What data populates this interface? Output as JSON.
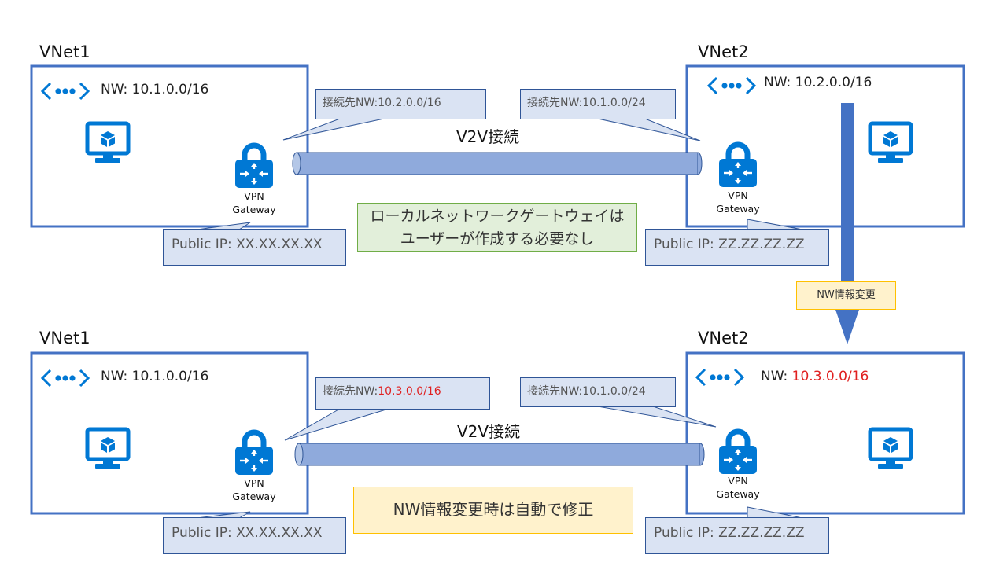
{
  "colors": {
    "vnet_border": "#4472c4",
    "icon_blue": "#0078d4",
    "callout_fill": "#dae3f3",
    "callout_border": "#2f5597",
    "tunnel_fill": "#8faadc",
    "green_note_fill": "#e2efda",
    "green_note_border": "#70ad47",
    "yellow_note_fill": "#fff2cc",
    "yellow_note_border": "#ffc000",
    "highlight_red": "#e02020",
    "arrow_blue": "#4472c4"
  },
  "icons": {
    "vnet": "virtual-network-icon",
    "vm": "virtual-machine-icon",
    "gateway": "vpn-gateway-lock-icon"
  },
  "before": {
    "vnet1": {
      "title": "VNet1",
      "nw_prefix": "NW: ",
      "nw_value": "10.1.0.0/16",
      "gateway_label_line1": "VPN",
      "gateway_label_line2": "Gateway",
      "public_ip": "Public IP: XX.XX.XX.XX",
      "connection_prefix": "接続先NW:",
      "connection_value": "10.2.0.0/16"
    },
    "vnet2": {
      "title": "VNet2",
      "nw_prefix": "NW: ",
      "nw_value": "10.2.0.0/16",
      "gateway_label_line1": "VPN",
      "gateway_label_line2": "Gateway",
      "public_ip": "Public IP: ZZ.ZZ.ZZ.ZZ",
      "connection_prefix": "接続先NW:",
      "connection_value": "10.1.0.0/24"
    },
    "connection_label": "V2V接続",
    "note_line1": "ローカルネットワークゲートウェイは",
    "note_line2": "ユーザーが作成する必要なし"
  },
  "change_label": "NW情報変更",
  "after": {
    "vnet1": {
      "title": "VNet1",
      "nw_prefix": "NW: ",
      "nw_value": "10.1.0.0/16",
      "gateway_label_line1": "VPN",
      "gateway_label_line2": "Gateway",
      "public_ip": "Public IP: XX.XX.XX.XX",
      "connection_prefix": "接続先NW:",
      "connection_value": "10.3.0.0/16",
      "connection_value_changed": true
    },
    "vnet2": {
      "title": "VNet2",
      "nw_prefix": "NW: ",
      "nw_value": "10.3.0.0/16",
      "nw_value_changed": true,
      "gateway_label_line1": "VPN",
      "gateway_label_line2": "Gateway",
      "public_ip": "Public IP: ZZ.ZZ.ZZ.ZZ",
      "connection_prefix": "接続先NW:",
      "connection_value": "10.1.0.0/24"
    },
    "connection_label": "V2V接続",
    "note": "NW情報変更時は自動で修正"
  }
}
